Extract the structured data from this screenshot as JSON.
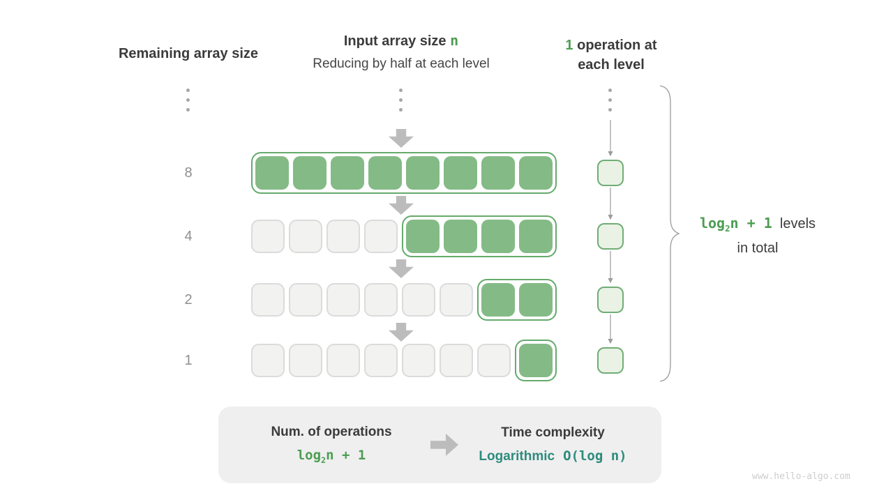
{
  "headers": {
    "left": "Remaining array size",
    "center_title": "Input array size",
    "center_var": "n",
    "center_subtitle": "Reducing by half at each level",
    "right_num": "1",
    "right_line1": "operation at",
    "right_line2": "each level"
  },
  "levels": [
    {
      "label": "8",
      "gray_cells": 0,
      "green_cells": 8
    },
    {
      "label": "4",
      "gray_cells": 4,
      "green_cells": 4
    },
    {
      "label": "2",
      "gray_cells": 6,
      "green_cells": 2
    },
    {
      "label": "1",
      "gray_cells": 7,
      "green_cells": 1
    }
  ],
  "brace_label": {
    "formula_log": "log",
    "formula_sub": "2",
    "formula_rest": "n + 1",
    "line1_text": "levels",
    "line2_text": "in total"
  },
  "summary": {
    "left_title": "Num. of operations",
    "formula_log": "log",
    "formula_sub": "2",
    "formula_rest": "n + 1",
    "right_title": "Time complexity",
    "right_name": "Logarithmic",
    "right_big_o": "O(log n)"
  },
  "watermark": "www.hello-algo.com",
  "colors": {
    "text_green": "#4d9d53",
    "cell_green": "#84ba86",
    "outline_green": "#65aa6b",
    "op_box_fill": "#e9f2e5",
    "op_box_border": "#70ad74",
    "gray_cell_fill": "#f2f2f1",
    "gray_cell_border": "#dbdbdb",
    "teal": "#2e8b7d",
    "dark_text": "#3b3b3b",
    "label_gray": "#8f8f8f",
    "arrow_gray": "#bcbcbc",
    "connector_gray": "#9c9c9c",
    "summary_bg": "#efefef",
    "watermark_gray": "#cdcdcd"
  }
}
